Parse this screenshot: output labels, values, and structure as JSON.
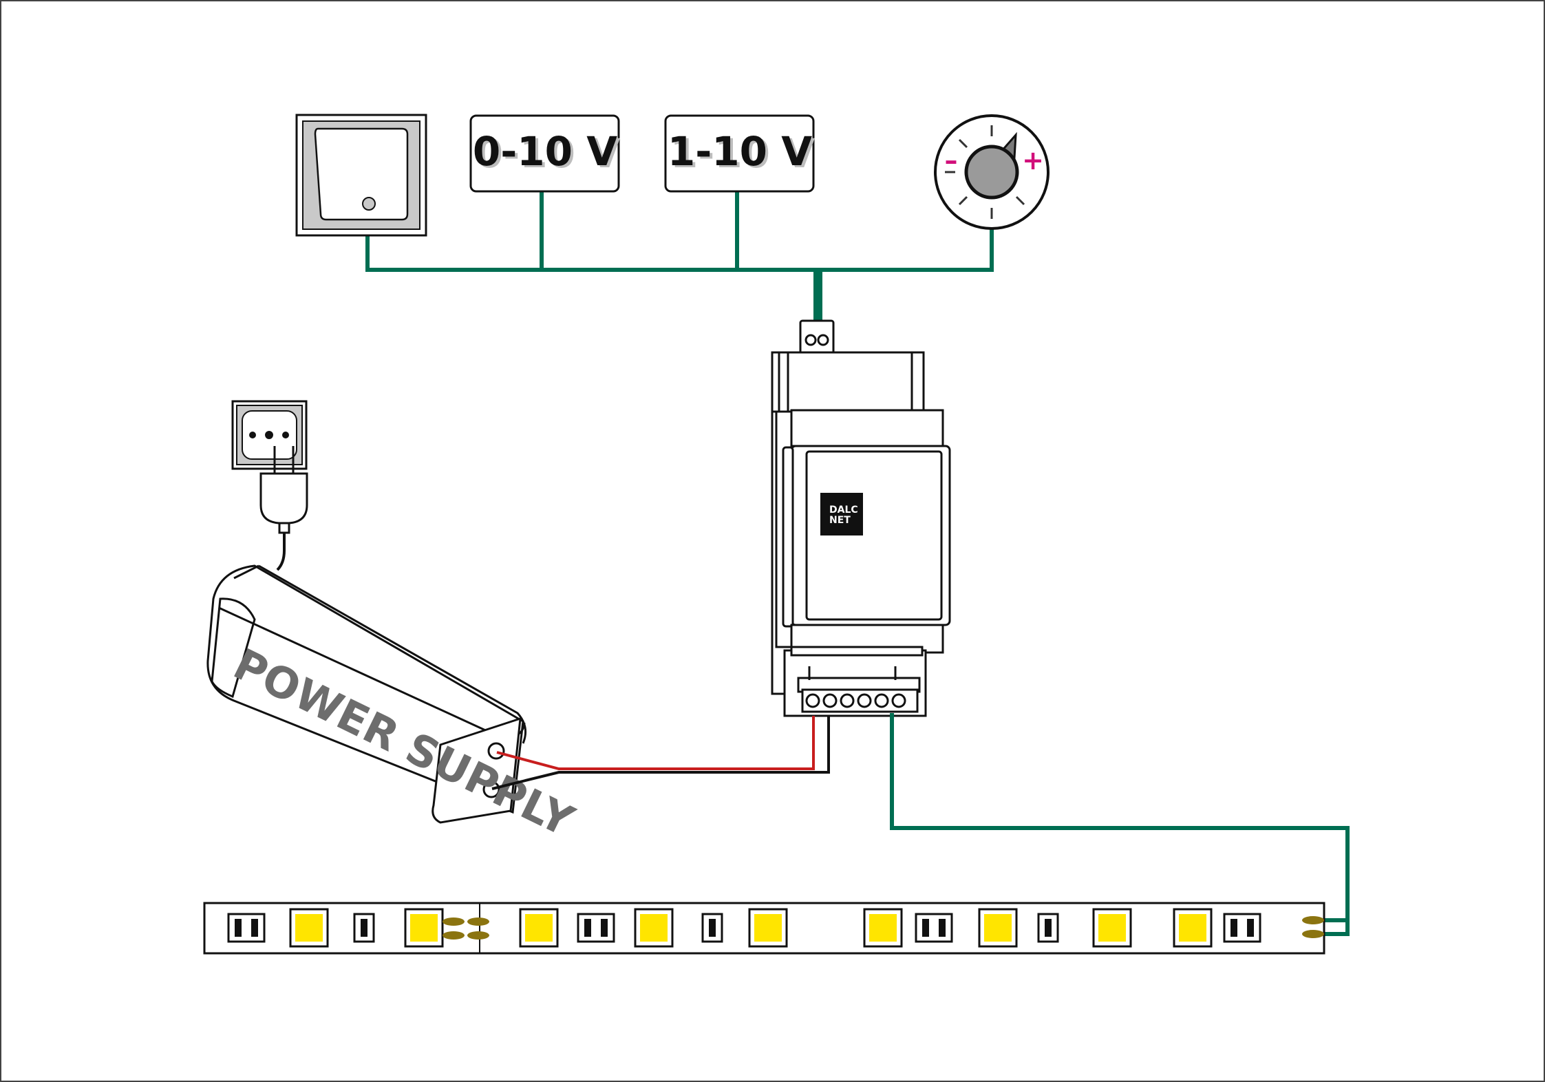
{
  "inputs": {
    "voltage_a": "0-10 V",
    "voltage_b": "1-10 V",
    "potentiometer_minus": "–",
    "potentiometer_plus": "+"
  },
  "controller": {
    "brand_line1": "DALC",
    "brand_line2": "NET"
  },
  "power_supply": {
    "label": "POWER SUPPLY"
  },
  "icons": [
    "pushbutton-icon",
    "potentiometer-icon",
    "wall-socket-icon",
    "plug-icon",
    "led-strip-icon"
  ],
  "colors": {
    "control_wire": "#006e52",
    "positive_wire": "#c81e1e",
    "negative_wire": "#111111",
    "led_chip": "#ffe500",
    "solder_pad": "#8b7410",
    "potentiometer_marks": "#d10f7a"
  }
}
